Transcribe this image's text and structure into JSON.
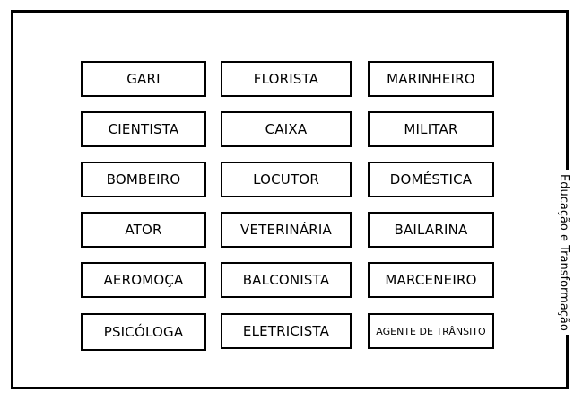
{
  "cards": [
    [
      "GARI",
      "FLORISTA",
      "MARINHEIRO"
    ],
    [
      "CIENTISTA",
      "CAIXA",
      "MILITAR"
    ],
    [
      "BOMBEIRO",
      "LOCUTOR",
      "DOMÉSTICA"
    ],
    [
      "ATOR",
      "VETERINÁRIA",
      "BAILARINA"
    ],
    [
      "AEROMOÇA",
      "BALCONISTA",
      "MARCENEIRO"
    ],
    [
      "PSICÓLOGA",
      "ELETRICISTA",
      "AGENTE DE TRÂNSITO"
    ]
  ],
  "side_label": "Educação e Transformação"
}
